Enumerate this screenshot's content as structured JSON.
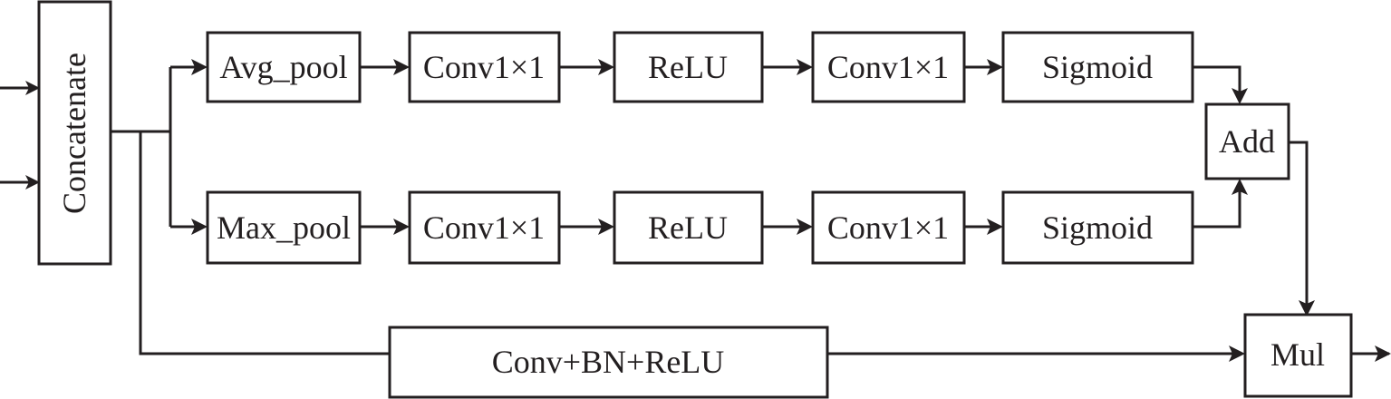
{
  "diagram": {
    "concat": "Concatenate",
    "top": {
      "pool": "Avg_pool",
      "conv_a": "Conv1×1",
      "act": "ReLU",
      "conv_b": "Conv1×1",
      "gate": "Sigmoid"
    },
    "bottom": {
      "pool": "Max_pool",
      "conv_a": "Conv1×1",
      "act": "ReLU",
      "conv_b": "Conv1×1",
      "gate": "Sigmoid"
    },
    "add": "Add",
    "mul": "Mul",
    "branch": "Conv+BN+ReLU"
  },
  "colors": {
    "stroke": "#231f20",
    "background": "#ffffff"
  }
}
